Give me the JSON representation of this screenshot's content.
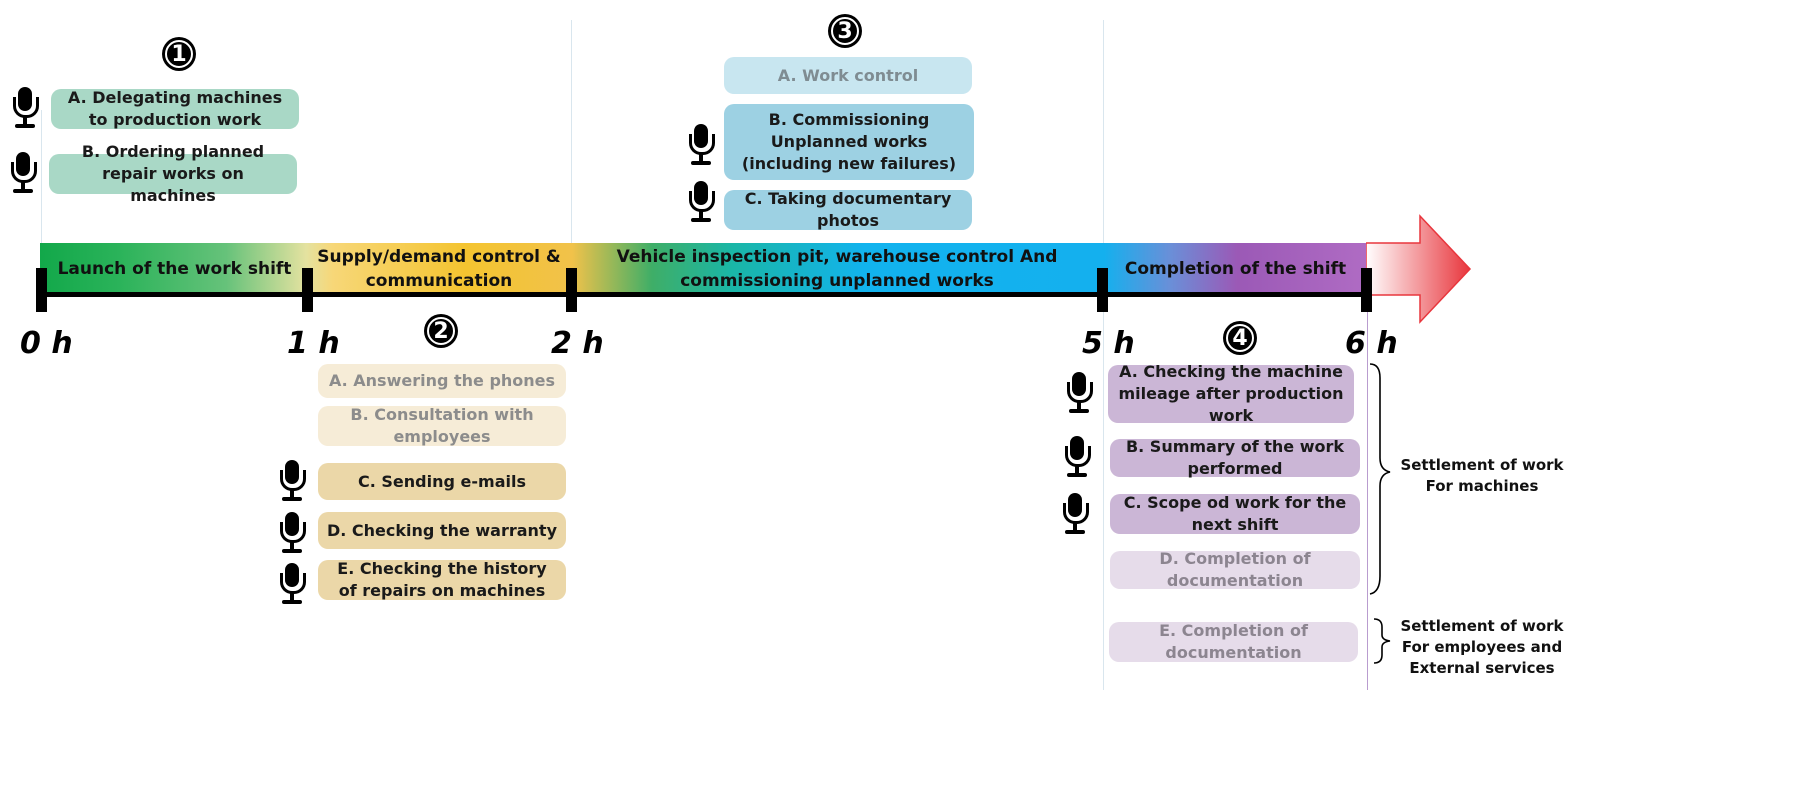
{
  "phases": [
    {
      "number": "1",
      "label": "Launch of the work shift"
    },
    {
      "number": "2",
      "label": "Supply/demand control & communication"
    },
    {
      "number": "3",
      "label": "Vehicle inspection pit, warehouse control And commissioning unplanned works"
    },
    {
      "number": "4",
      "label": "Completion of the shift"
    }
  ],
  "hours": [
    "0 h",
    "1 h",
    "2 h",
    "5 h",
    "6 h"
  ],
  "tasks": {
    "phase1": [
      "A.  Delegating machines to production work",
      "B. Ordering planned repair works on machines"
    ],
    "phase2": [
      "A.  Answering the phones",
      "B. Consultation with employees",
      "C. Sending e-mails",
      "D. Checking the warranty",
      "E. Checking the history of repairs on machines"
    ],
    "phase3": [
      "A.  Work control",
      "B. Commissioning Unplanned works (including new failures)",
      "C. Taking documentary photos"
    ],
    "phase4": [
      "A.  Checking the machine mileage after production work",
      "B. Summary of the work performed",
      "C. Scope od work for the next shift",
      "D. Completion of documentation",
      "E. Completion of documentation"
    ]
  },
  "side_labels": {
    "machines": "Settlement of work For machines",
    "employees": "Settlement of work For employees and External services"
  },
  "icons": {
    "voice": "microphone-icon",
    "arrow": "arrow-head-icon"
  },
  "colors": {
    "phase1": "#2bb35a",
    "phase2": "#f4c430",
    "phase3": "#12b3ee",
    "phase4": "#9b59b6",
    "arrow": "#e8363d"
  }
}
